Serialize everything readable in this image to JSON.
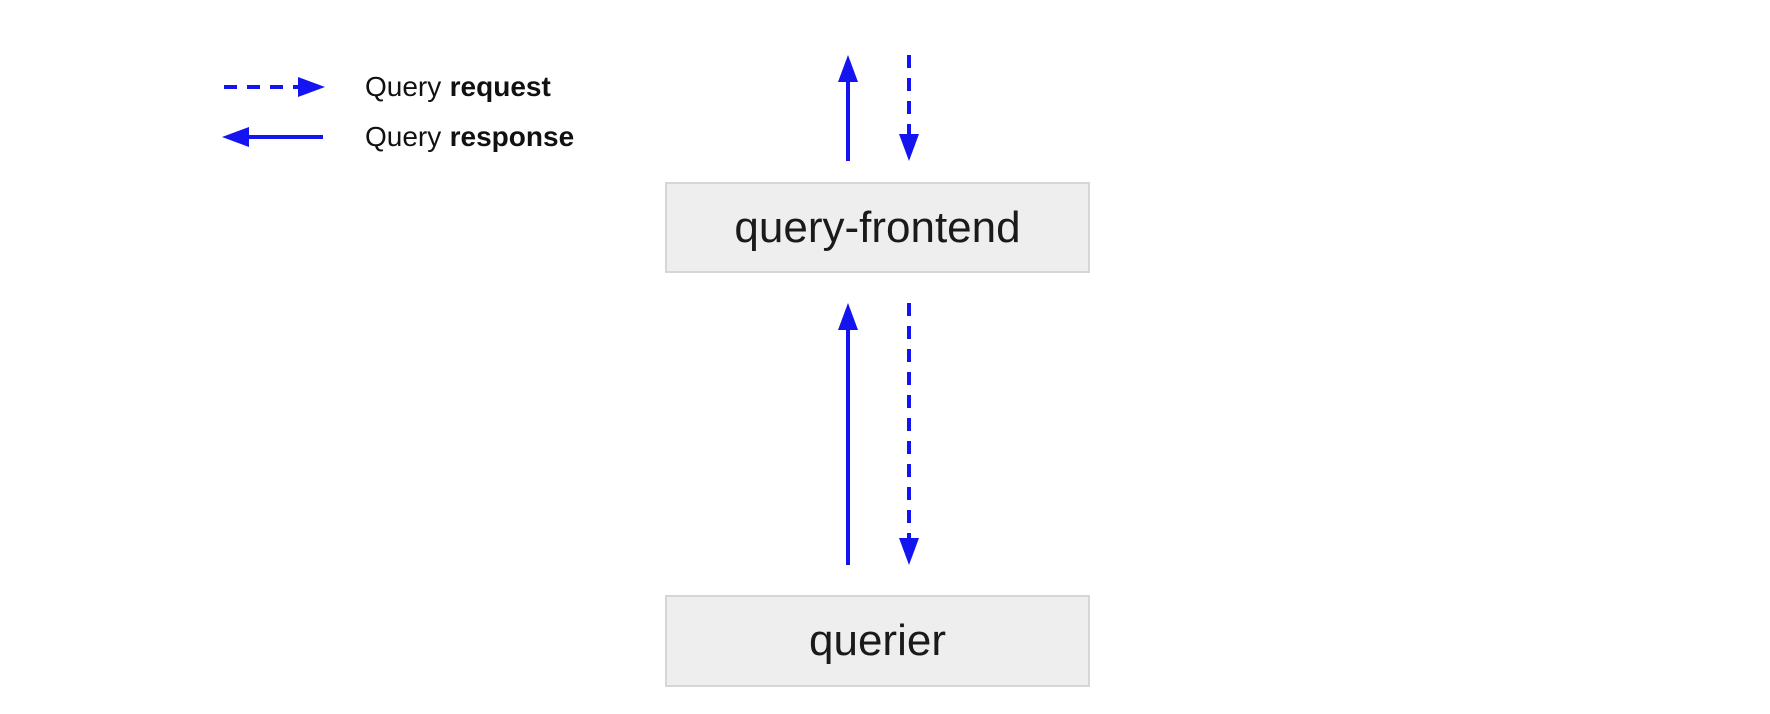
{
  "colors": {
    "arrow": "#1414f0",
    "node_fill": "#eeeeee",
    "node_border": "#d6d6d6",
    "node_text": "#1a1a1a",
    "legend_text": "#111111"
  },
  "legend": {
    "request": {
      "prefix": "Query",
      "bold": "request"
    },
    "response": {
      "prefix": "Query",
      "bold": "response"
    }
  },
  "nodes": {
    "frontend": {
      "label": "query-frontend"
    },
    "querier": {
      "label": "querier"
    }
  }
}
